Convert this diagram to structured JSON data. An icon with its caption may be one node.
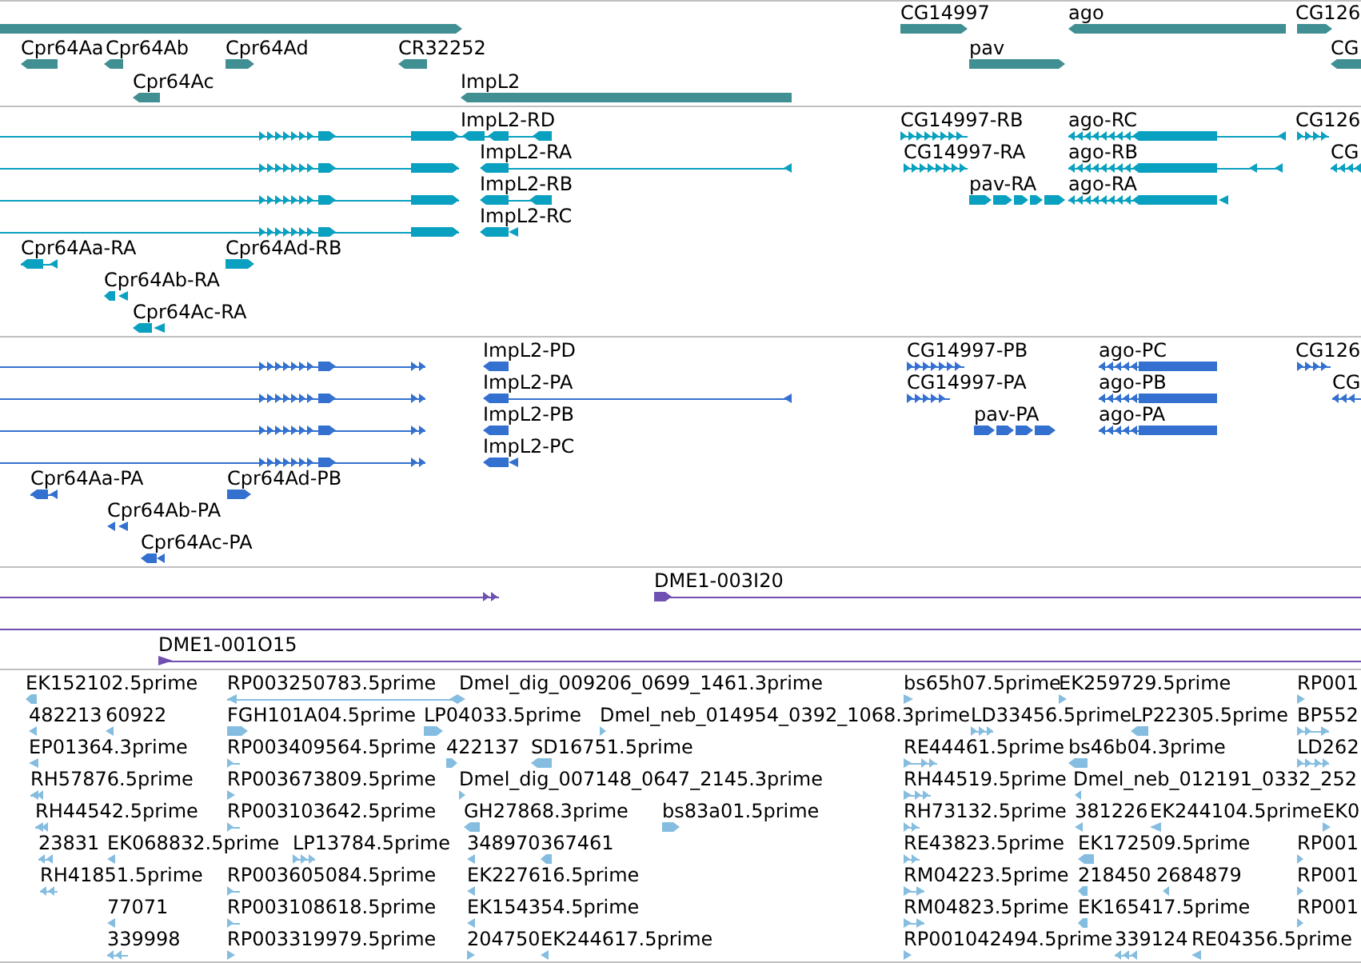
{
  "diagram": {
    "labels": [
      "CG14997",
      "ago",
      "CG126",
      "Cpr64Aa",
      "Cpr64Ab",
      "Cpr64Ad",
      "CR32252",
      "pav",
      "CG",
      "Cpr64Ac",
      "ImpL2",
      "ImpL2-RD",
      "CG14997-RB",
      "ago-RC",
      "CG126",
      "ImpL2-RA",
      "CG14997-RA",
      "ago-RB",
      "CG",
      "ImpL2-RB",
      "pav-RA",
      "ago-RA",
      "ImpL2-RC",
      "Cpr64Aa-RA",
      "Cpr64Ad-RB",
      "Cpr64Ab-RA",
      "Cpr64Ac-RA",
      "ImpL2-PD",
      "CG14997-PB",
      "ago-PC",
      "CG126",
      "ImpL2-PA",
      "CG14997-PA",
      "ago-PB",
      "CG",
      "ImpL2-PB",
      "pav-PA",
      "ago-PA",
      "ImpL2-PC",
      "Cpr64Aa-PA",
      "Cpr64Ad-PB",
      "Cpr64Ab-PA",
      "Cpr64Ac-PA",
      "DME1-003I20",
      "DME1-001O15",
      "EK152102.5prime",
      "RP003250783.5prime",
      "Dmel_dig_009206_0699_1461.3prime",
      "bs65h07.5prime",
      "EK259729.5prime",
      "RP001",
      "482213",
      "60922",
      "FGH101A04.5prime",
      "LP04033.5prime",
      "Dmel_neb_014954_0392_1068.3prime",
      "LD33456.5prime",
      "LP22305.5prime",
      "BP552",
      "EP01364.3prime",
      "RP003409564.5prime",
      "422137",
      "SD16751.5prime",
      "RE44461.5prime",
      "bs46b04.3prime",
      "LD262",
      "RH57876.5prime",
      "RP003673809.5prime",
      "Dmel_dig_007148_0647_2145.3prime",
      "RH44519.5prime",
      "Dmel_neb_012191_0332_252",
      "RH44542.5prime",
      "RP003103642.5prime",
      "GH27868.3prime",
      "bs83a01.5prime",
      "RH73132.5prime",
      "381226",
      "EK244104.5prime",
      "EK0",
      "23831",
      "EK068832.5prime",
      "LP13784.5prime",
      "348970",
      "367461",
      "RE43823.5prime",
      "EK172509.5prime",
      "RP001",
      "RH41851.5prime",
      "RP003605084.5prime",
      "EK227616.5prime",
      "RM04223.5prime",
      "218450",
      "2684879",
      "RP001",
      "77071",
      "RP003108618.5prime",
      "EK154354.5prime",
      "RM04823.5prime",
      "EK165417.5prime",
      "RP001",
      "339998",
      "RP003319979.5prime",
      "204750",
      "EK244617.5prime",
      "RP001042494.5prime",
      "339124",
      "RE04356.5prime"
    ]
  }
}
